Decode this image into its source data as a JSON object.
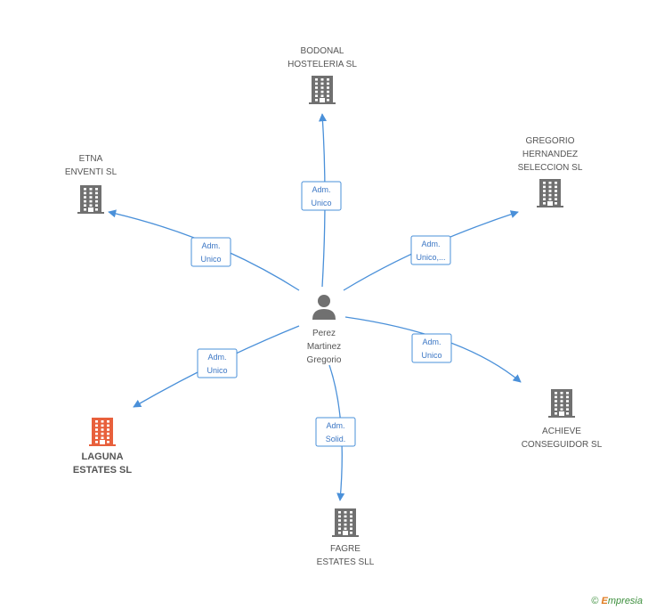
{
  "center": {
    "id": "person",
    "icon": "person-icon",
    "label_lines": [
      "Perez",
      "Martinez",
      "Gregorio"
    ]
  },
  "nodes": [
    {
      "id": "bodonal",
      "icon": "building-icon",
      "label_lines": [
        "BODONAL",
        "HOSTELERIA SL"
      ],
      "label_pos": "above",
      "highlight": false
    },
    {
      "id": "etna",
      "icon": "building-icon",
      "label_lines": [
        "ETNA",
        "ENVENTI SL"
      ],
      "label_pos": "above",
      "highlight": false
    },
    {
      "id": "gregorio-hernandez",
      "icon": "building-icon",
      "label_lines": [
        "GREGORIO",
        "HERNANDEZ",
        "SELECCION SL"
      ],
      "label_pos": "above",
      "highlight": false
    },
    {
      "id": "achieve",
      "icon": "building-icon",
      "label_lines": [
        "ACHIEVE",
        "CONSEGUIDOR SL"
      ],
      "label_pos": "below",
      "highlight": false
    },
    {
      "id": "laguna",
      "icon": "building-icon",
      "label_lines": [
        "LAGUNA",
        "ESTATES SL"
      ],
      "label_pos": "below",
      "highlight": true
    },
    {
      "id": "fagre",
      "icon": "building-icon",
      "label_lines": [
        "FAGRE",
        "ESTATES SLL"
      ],
      "label_pos": "below",
      "highlight": false
    }
  ],
  "edges": [
    {
      "to": "bodonal",
      "label_lines": [
        "Adm.",
        "Unico"
      ]
    },
    {
      "to": "etna",
      "label_lines": [
        "Adm.",
        "Unico"
      ]
    },
    {
      "to": "gregorio-hernandez",
      "label_lines": [
        "Adm.",
        "Unico,..."
      ]
    },
    {
      "to": "achieve",
      "label_lines": [
        "Adm.",
        "Unico"
      ]
    },
    {
      "to": "laguna",
      "label_lines": [
        "Adm.",
        "Unico"
      ]
    },
    {
      "to": "fagre",
      "label_lines": [
        "Adm.",
        "Solid."
      ]
    }
  ],
  "colors": {
    "edge": "#4a90d9",
    "building_default": "#707070",
    "building_highlight": "#e8603c",
    "person": "#707070"
  },
  "footer": {
    "copyright_symbol": "©",
    "brand_initial": "E",
    "brand_rest": "mpresia"
  }
}
